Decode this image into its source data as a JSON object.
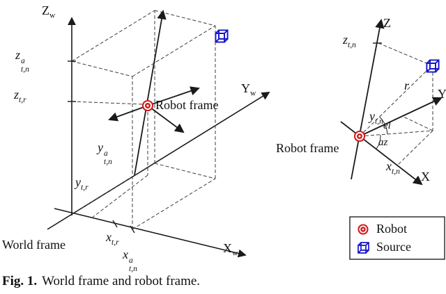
{
  "figure": {
    "caption": {
      "label": "Fig. 1.",
      "text": "World frame and robot frame."
    }
  },
  "left": {
    "world_frame_label": "World frame",
    "robot_frame_label": "Robot frame",
    "axes": {
      "x": {
        "base": "X",
        "sub": "w"
      },
      "y": {
        "base": "Y",
        "sub": "w"
      },
      "z": {
        "base": "Z",
        "sub": "w"
      }
    },
    "ticks": {
      "z_a": {
        "base": "z",
        "sup": "a",
        "sub": "t,n"
      },
      "z_r": {
        "base": "z",
        "sub": "t,r"
      },
      "y_a": {
        "base": "y",
        "sup": "a",
        "sub": "t,n"
      },
      "y_r": {
        "base": "y",
        "sub": "t,r"
      },
      "x_r": {
        "base": "x",
        "sub": "t,r"
      },
      "x_a": {
        "base": "x",
        "sup": "a",
        "sub": "t,n"
      }
    }
  },
  "right": {
    "robot_frame_label": "Robot frame",
    "axes": {
      "x": {
        "base": "X"
      },
      "y": {
        "base": "Y"
      },
      "z": {
        "base": "Z"
      }
    },
    "ticks": {
      "z_n": {
        "base": "z",
        "sub": "t,n"
      },
      "y_n": {
        "base": "y",
        "sub": "t,n"
      },
      "x_n": {
        "base": "x",
        "sub": "t,n"
      }
    },
    "range_label": "r",
    "elevation_label": "el",
    "azimuth_label": "az"
  },
  "legend": {
    "items": [
      {
        "icon": "robot-circle-icon",
        "label": "Robot"
      },
      {
        "icon": "source-cube-icon",
        "label": "Source"
      }
    ]
  },
  "colors": {
    "robot": "#d01a1a",
    "source": "#1414c8",
    "line": "#1a1a1a"
  }
}
